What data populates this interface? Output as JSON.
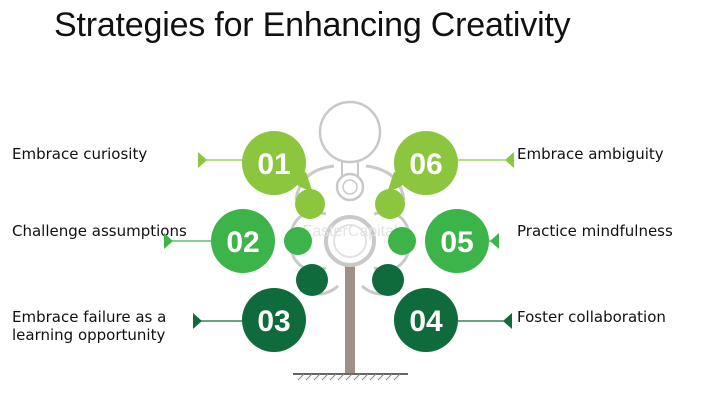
{
  "title": "Strategies for Enhancing Creativity",
  "watermark": "FasterCapital",
  "colors": {
    "light_green": "#8cc63f",
    "mid_green": "#3cb44a",
    "dark_green": "#0f6b3b",
    "trunk": "#a08f85",
    "outline": "#c9c9c9"
  },
  "strategies": [
    {
      "number": "01",
      "label": "Embrace curiosity"
    },
    {
      "number": "02",
      "label": "Challenge assumptions"
    },
    {
      "number": "03",
      "label_line1": "Embrace failure as a",
      "label_line2": "learning opportunity"
    },
    {
      "number": "04",
      "label": "Foster collaboration"
    },
    {
      "number": "05",
      "label": "Practice mindfulness"
    },
    {
      "number": "06",
      "label": "Embrace ambiguity"
    }
  ]
}
